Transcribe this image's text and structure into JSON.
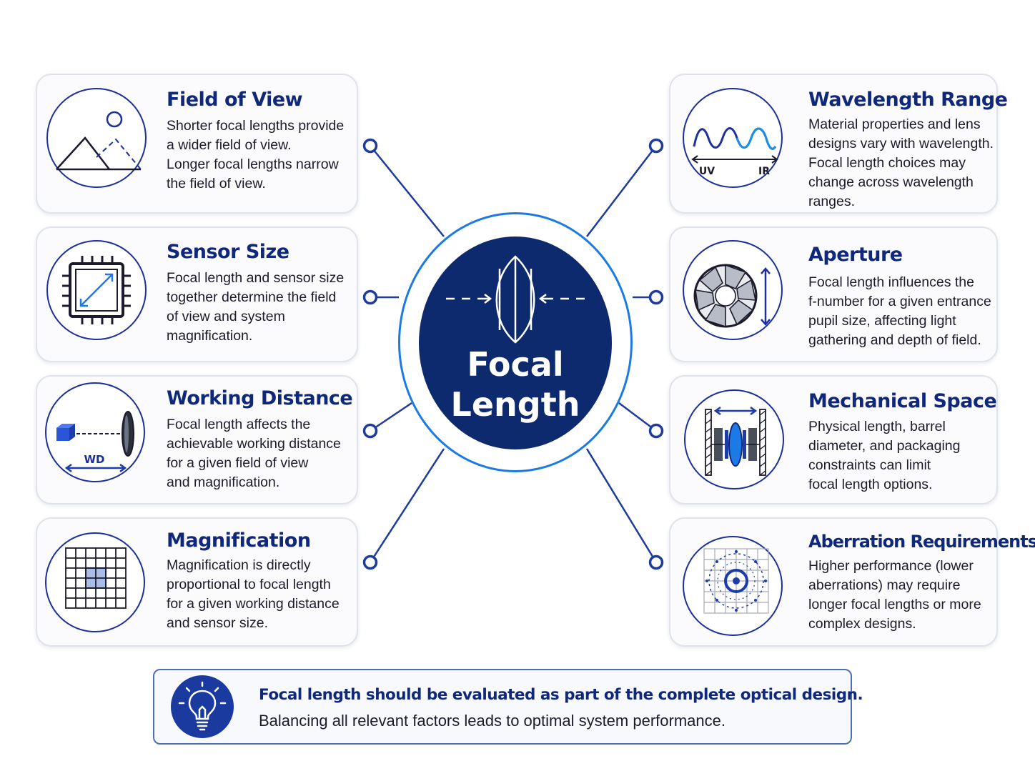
{
  "center": {
    "title_line1": "Focal",
    "title_line2": "Length"
  },
  "cards": {
    "field_of_view": {
      "title": "Field of View",
      "lines": [
        "Shorter focal lengths provide",
        "a wider field of view.",
        "Longer focal lengths narrow",
        "the field of view."
      ]
    },
    "sensor_size": {
      "title": "Sensor Size",
      "lines": [
        "Focal length and sensor size",
        "together determine the field",
        "of view and system",
        "magnification."
      ]
    },
    "working_distance": {
      "title": "Working Distance",
      "icon_label": "WD",
      "lines": [
        "Focal length affects the",
        "achievable working distance",
        "for a given field of view",
        "and magnification."
      ]
    },
    "magnification": {
      "title": "Magnification",
      "lines": [
        "Magnification is directly",
        "proportional to focal length",
        "for a given working distance",
        "and sensor size."
      ]
    },
    "wavelength_range": {
      "title": "Wavelength Range",
      "icon_label_left": "UV",
      "icon_label_right": "IR",
      "lines": [
        "Material properties and lens",
        "designs vary with wavelength.",
        "Focal length choices may",
        "change across wavelength",
        "ranges."
      ]
    },
    "aperture": {
      "title": "Aperture",
      "lines": [
        "Focal length influences the",
        "f-number for a given entrance",
        "pupil size, affecting light",
        "gathering and depth of field."
      ]
    },
    "mechanical_space": {
      "title": "Mechanical Space",
      "lines": [
        "Physical length, barrel",
        "diameter, and packaging",
        "constraints can limit",
        "focal length options."
      ]
    },
    "aberration_requirements": {
      "title": "Aberration Requirements",
      "lines": [
        "Higher performance (lower",
        "aberrations) may require",
        "longer focal lengths or more",
        "complex designs."
      ]
    }
  },
  "callout": {
    "headline": "Focal length should be evaluated as part of the complete optical design.",
    "text": "Balancing all relevant factors leads to optimal system performance."
  },
  "colors": {
    "navy": "#0e2a6e",
    "title_blue": "#10287a",
    "accent_blue": "#1c7ae6",
    "outline_blue": "#1d2f9a"
  }
}
